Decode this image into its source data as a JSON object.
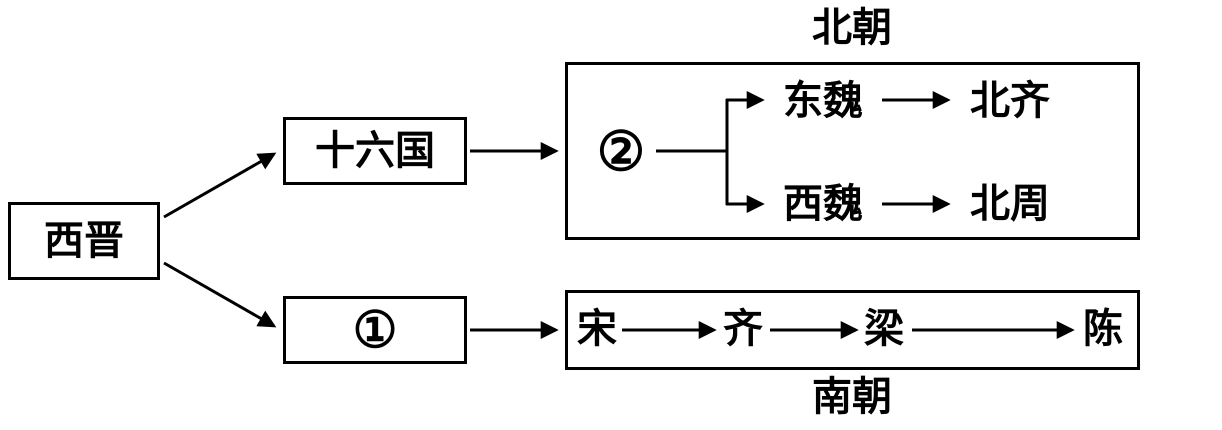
{
  "diagram": {
    "title_north": "北朝",
    "title_south": "南朝",
    "nodes": {
      "xijin": "西晋",
      "shiliuguo": "十六国",
      "placeholder1": "①",
      "placeholder2": "②",
      "dongwei": "东魏",
      "beiqi": "北齐",
      "xiwei": "西魏",
      "beizhou": "北周",
      "song": "宋",
      "qi": "齐",
      "liang": "梁",
      "chen": "陈"
    },
    "colors": {
      "line": "#000000",
      "background": "#ffffff"
    }
  }
}
